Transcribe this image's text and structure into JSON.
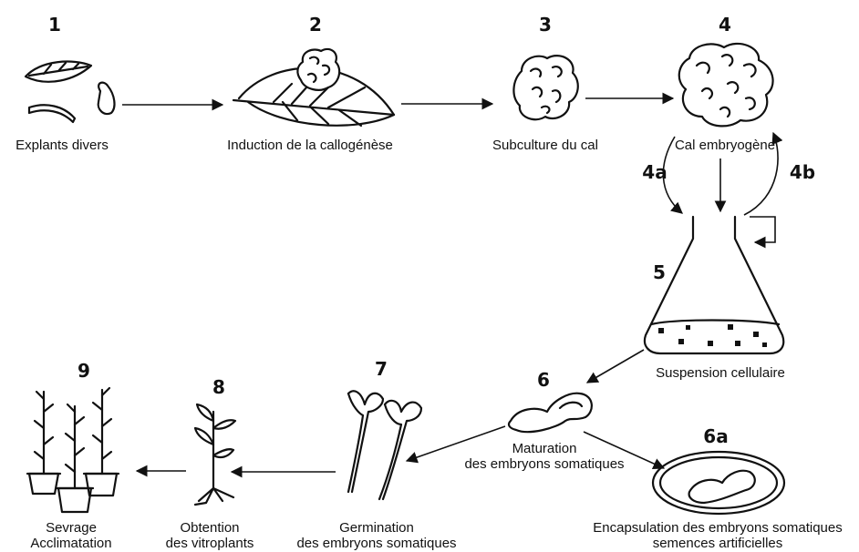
{
  "steps": {
    "s1": {
      "number": "1",
      "label": "Explants divers"
    },
    "s2": {
      "number": "2",
      "label": "Induction de la callogénèse"
    },
    "s3": {
      "number": "3",
      "label": "Subculture du cal"
    },
    "s4": {
      "number": "4",
      "label": "Cal embryogène"
    },
    "s4a": {
      "number": "4a"
    },
    "s4b": {
      "number": "4b"
    },
    "s5": {
      "number": "5",
      "label": "Suspension cellulaire"
    },
    "s6": {
      "number": "6",
      "label_line1": "Maturation",
      "label_line2": "des embryons somatiques"
    },
    "s6a": {
      "number": "6a",
      "label_line1": "Encapsulation des embryons somatiques",
      "label_line2": "semences artificielles"
    },
    "s7": {
      "number": "7",
      "label_line1": "Germination",
      "label_line2": "des embryons somatiques"
    },
    "s8": {
      "number": "8",
      "label_line1": "Obtention",
      "label_line2": "des vitroplants"
    },
    "s9": {
      "number": "9",
      "label_line1": "Sevrage",
      "label_line2": "Acclimatation"
    }
  }
}
